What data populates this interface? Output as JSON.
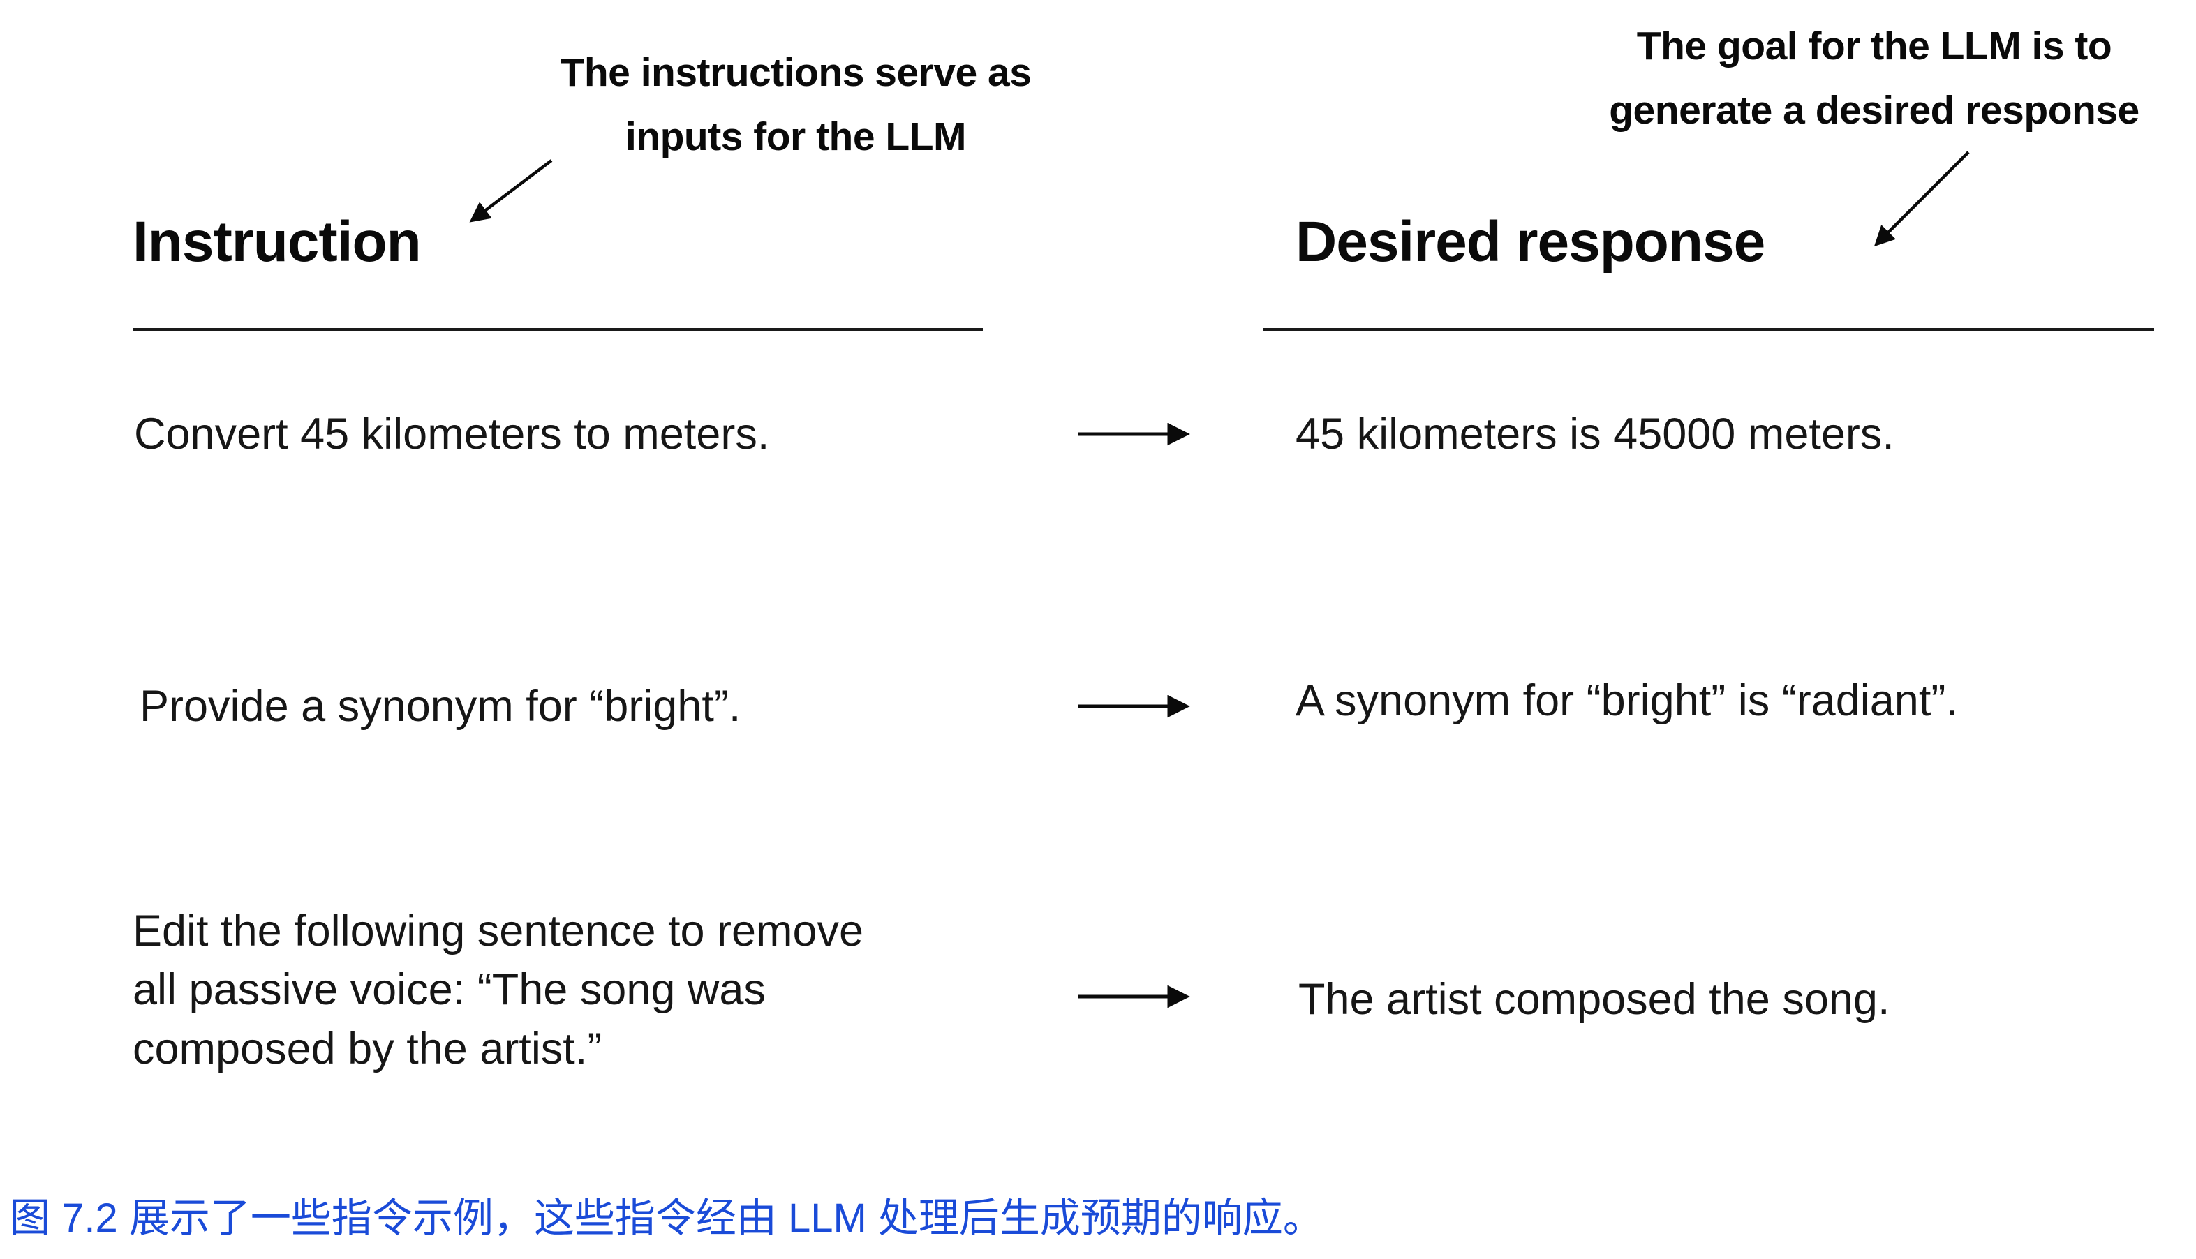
{
  "figure": {
    "annotation_left": {
      "line1": "The instructions serve as",
      "line2": "inputs for the LLM"
    },
    "annotation_right": {
      "line1": "The goal for the LLM is to",
      "line2": "generate a desired response"
    },
    "columns": {
      "instruction_header": "Instruction",
      "response_header": "Desired response"
    },
    "rows": [
      {
        "instruction": "Convert 45 kilometers to meters.",
        "response": "45 kilometers is 45000 meters."
      },
      {
        "instruction": "Provide a synonym for “bright”.",
        "response": "A synonym for “bright” is “radiant”."
      },
      {
        "instruction": "Edit the following sentence to remove all passive voice: “The song was composed by the artist.”",
        "response": "The artist composed the song."
      }
    ]
  },
  "caption": {
    "text": "图 7.2 展示了一些指令示例，这些指令经由 LLM 处理后生成预期的响应。",
    "color": "#1A4BD8"
  }
}
